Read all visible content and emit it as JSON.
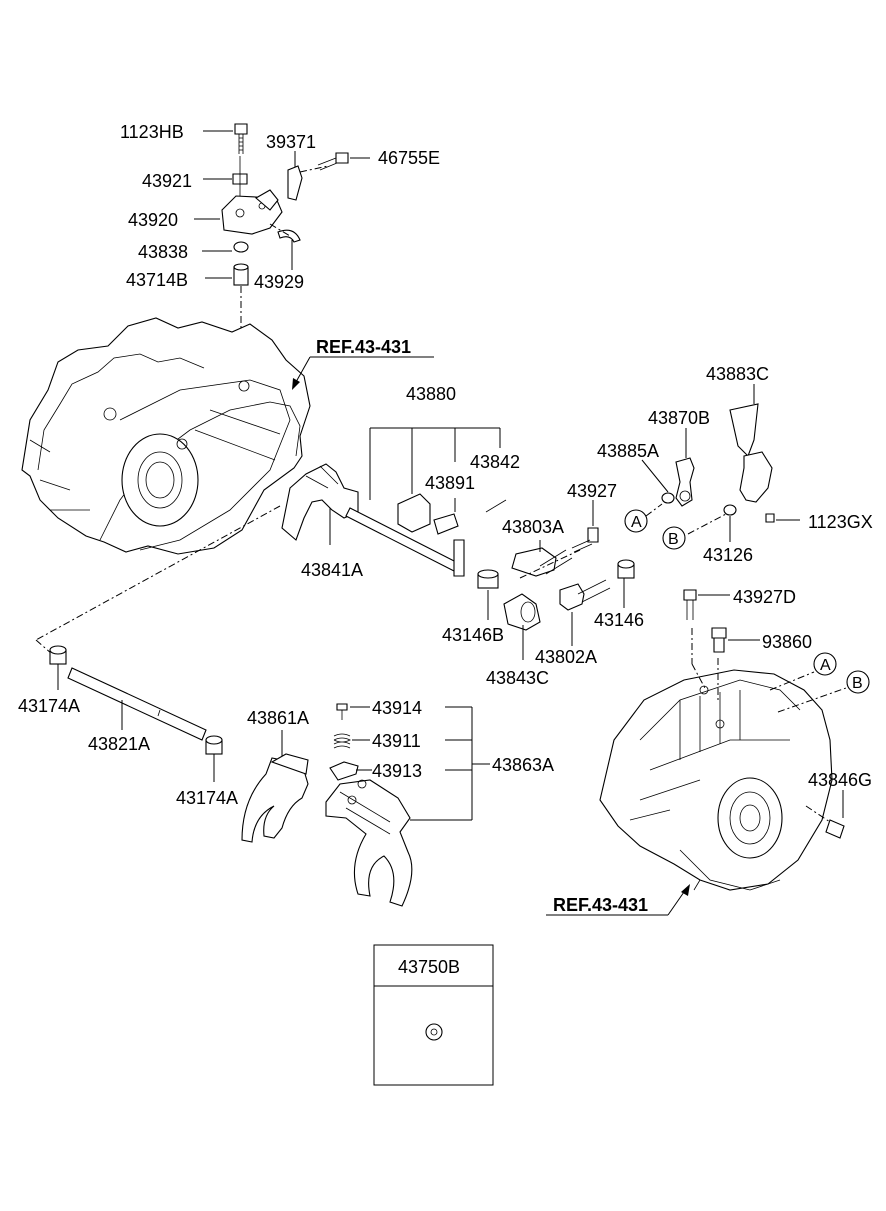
{
  "labels": {
    "l1123HB": "1123HB",
    "l39371": "39371",
    "l46755E": "46755E",
    "l43921": "43921",
    "l43920": "43920",
    "l43838": "43838",
    "l43929": "43929",
    "l43714B": "43714B",
    "ref_top": "REF.43-431",
    "l43880": "43880",
    "l43883C": "43883C",
    "l43870B": "43870B",
    "l43885A": "43885A",
    "l43842": "43842",
    "l43891": "43891",
    "l43927": "43927",
    "l1123GX": "1123GX",
    "l43803A": "43803A",
    "l43126": "43126",
    "l43841A": "43841A",
    "l43146": "43146",
    "l43146B": "43146B",
    "l43927D": "43927D",
    "l43802A": "43802A",
    "l93860": "93860",
    "l43843C": "43843C",
    "l43174A_1": "43174A",
    "l43821A": "43821A",
    "l43861A": "43861A",
    "l43914": "43914",
    "l43911": "43911",
    "l43913": "43913",
    "l43863A": "43863A",
    "l43174A_2": "43174A",
    "l43846G": "43846G",
    "ref_bottom": "REF.43-431",
    "l43750B": "43750B"
  },
  "markers": {
    "a": "A",
    "b": "B"
  }
}
